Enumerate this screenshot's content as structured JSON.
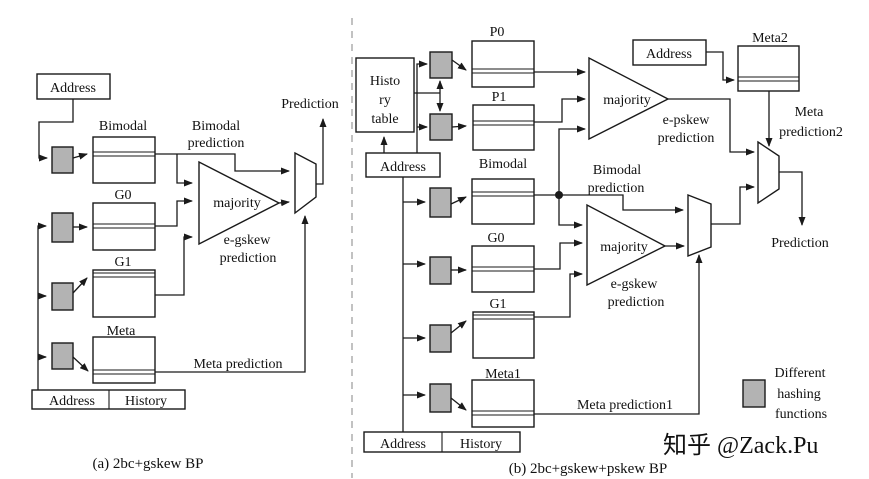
{
  "watermark": "知乎 @Zack.Pu",
  "colors": {
    "hash_box_fill": "#b3b3b3",
    "line": "#1a1a1a",
    "divider": "#c2c2c2",
    "watermark": "#c9c9c9"
  },
  "legend": {
    "lines": [
      "Different",
      "hashing",
      "functions"
    ]
  },
  "a": {
    "caption": "(a) 2bc+gskew BP",
    "address_top": "Address",
    "tables": {
      "bimodal": "Bimodal",
      "g0": "G0",
      "g1": "G1",
      "meta": "Meta"
    },
    "labels": {
      "bimodal_prediction": [
        "Bimodal",
        "prediction"
      ],
      "majority": "majority",
      "egskew": [
        "e-gskew",
        "prediction"
      ],
      "meta_prediction": "Meta prediction",
      "prediction": "Prediction"
    },
    "bottom_box": {
      "address": "Address",
      "history": "History"
    }
  },
  "b": {
    "caption": "(b) 2bc+gskew+pskew BP",
    "history_table": [
      "Histo",
      "ry",
      "table"
    ],
    "address_left": "Address",
    "address_topright": "Address",
    "tables": {
      "p0": "P0",
      "p1": "P1",
      "bimodal": "Bimodal",
      "g0": "G0",
      "g1": "G1",
      "meta1": "Meta1",
      "meta2": "Meta2"
    },
    "labels": {
      "majority_top": "majority",
      "epskew": [
        "e-pskew",
        "prediction"
      ],
      "bimodal_prediction": [
        "Bimodal",
        "prediction"
      ],
      "majority_bottom": "majority",
      "egskew": [
        "e-gskew",
        "prediction"
      ],
      "meta_prediction2": [
        "Meta",
        "prediction2"
      ],
      "meta_prediction1": "Meta prediction1",
      "prediction": "Prediction"
    },
    "bottom_box": {
      "address": "Address",
      "history": "History"
    }
  }
}
